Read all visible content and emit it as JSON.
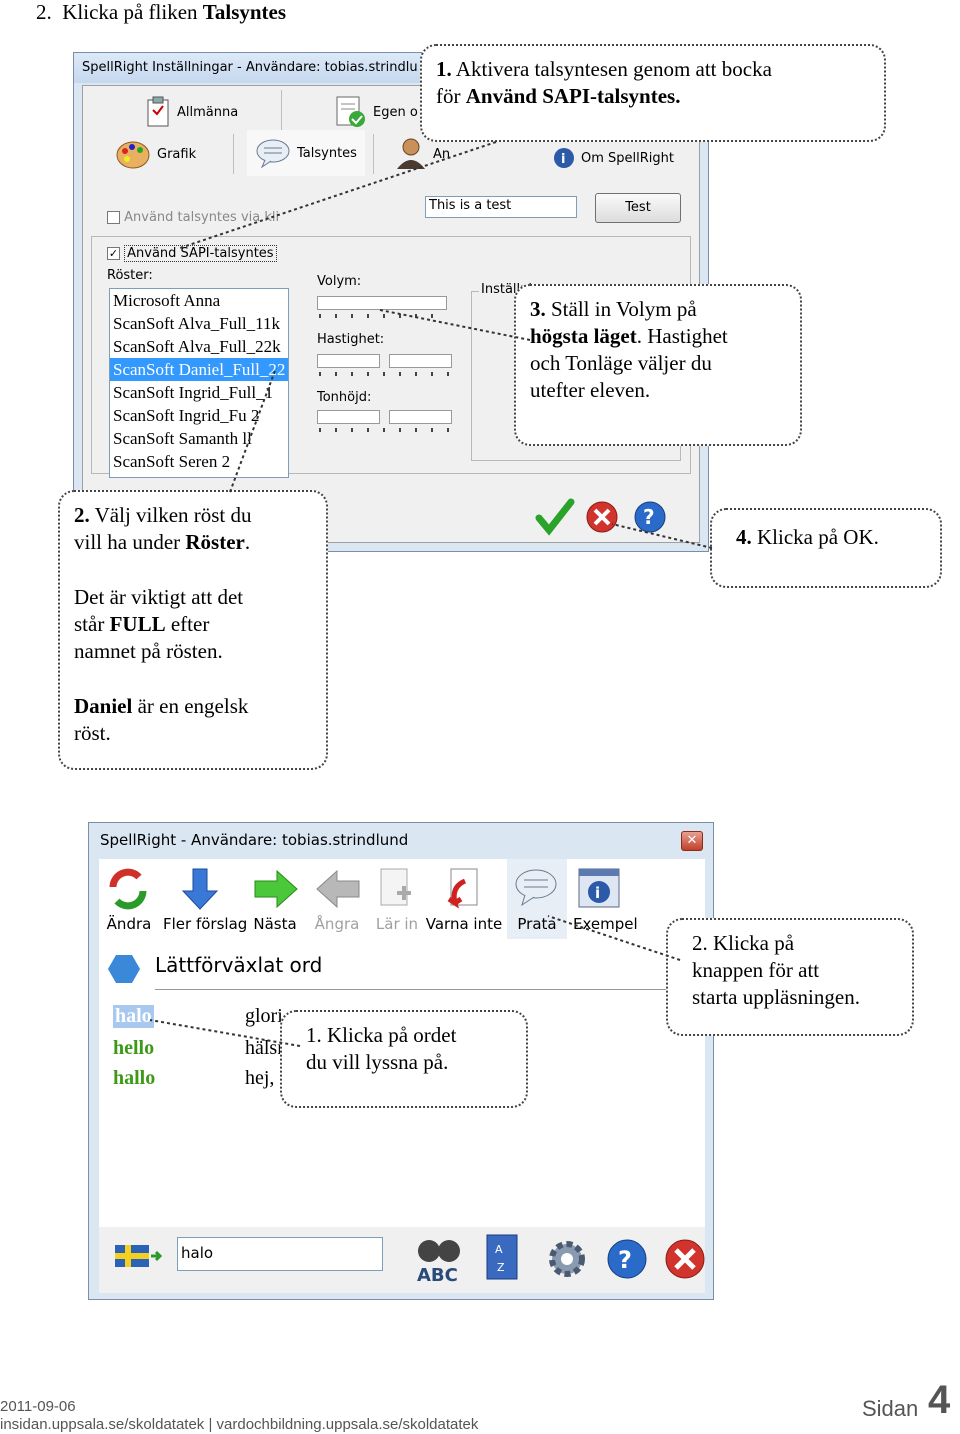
{
  "heading": {
    "number": "2.",
    "text": "Klicka på fliken ",
    "bold": "Talsyntes"
  },
  "settings": {
    "title": "SpellRight  Inställningar - Användare: tobias.strindlu",
    "tabs": {
      "allmanna": "Allmänna",
      "egen": "Egen o",
      "grafik": "Grafik",
      "talsyntes": "Talsyntes",
      "an": "An",
      "om": "Om SpellRight"
    },
    "use_via_label": "Använd talsyntes via kli",
    "test_field_value": "This is a test",
    "test_button": "Test",
    "sapi_label": "Använd SAPI-talsyntes",
    "voices_label": "Röster:",
    "voices": [
      "Microsoft Anna",
      "ScanSoft Alva_Full_11k",
      "ScanSoft Alva_Full_22k",
      "ScanSoft Daniel_Full_22",
      "ScanSoft Ingrid_Full_1",
      "ScanSoft Ingrid_Fu   2",
      "ScanSoft Samanth   ll",
      "ScanSoft Seren   2"
    ],
    "selected_voice_index": 3,
    "volume_label": "Volym:",
    "speed_label": "Hastighet:",
    "pitch_label": "Tonhöjd:",
    "settings_group_label": "Inställnin"
  },
  "callouts": {
    "c1": {
      "num": "1.",
      "text1": " Aktivera talsyntesen genom att bocka",
      "text2": "för ",
      "bold": "Använd SAPI-talsyntes."
    },
    "c3": {
      "num": "3.",
      "text1": " Ställ in Volym på",
      "bold": "högsta läget",
      "text2": ". Hastighet",
      "text3": "och Tonläge väljer du",
      "text4": "utefter eleven."
    },
    "c2": {
      "num": "2.",
      "text1": " Välj vilken röst du",
      "text2": "vill ha under ",
      "bold1": "Röster",
      "text3": ".",
      "text4": "Det är viktigt att det",
      "text5": "står ",
      "bold2": "FULL",
      "text6": " efter",
      "text7": "namnet på rösten.",
      "bold3": "Daniel",
      "text8": " är en engelsk",
      "text9": "röst."
    },
    "c4": {
      "num": "4.",
      "text": " Klicka på OK."
    },
    "b2": {
      "text1": "2.  Klicka på",
      "text2": "knappen för att",
      "text3": "starta uppläsningen."
    },
    "b1": {
      "text1": "1.  Klicka på ordet",
      "text2": "du vill lyssna på."
    }
  },
  "speller": {
    "title": "SpellRight - Användare: tobias.strindlund",
    "toolbar": {
      "andra": "Ändra",
      "fler": "Fler förslag",
      "nasta": "Nästa",
      "angra": "Ångra",
      "lar_in": "Lär in",
      "varna": "Varna inte",
      "prata": "Prata",
      "exempel": "Exempel"
    },
    "section_title": "Lättförväxlat ord",
    "words": [
      "halo",
      "hello",
      "hallo"
    ],
    "definitions": [
      "glori",
      "hälsn",
      "hej,"
    ],
    "input_value": "halo"
  },
  "footer": {
    "date": "2011-09-06",
    "links": "insidan.uppsala.se/skoldatatek  |  vardochbildning.uppsala.se/skoldatatek",
    "page_label": "Sidan",
    "page_number": "4"
  },
  "colors": {
    "selection": "#3399ff",
    "green_word": "#3c9a16",
    "ok_green": "#2aa32a",
    "cancel_red": "#d0342c"
  }
}
